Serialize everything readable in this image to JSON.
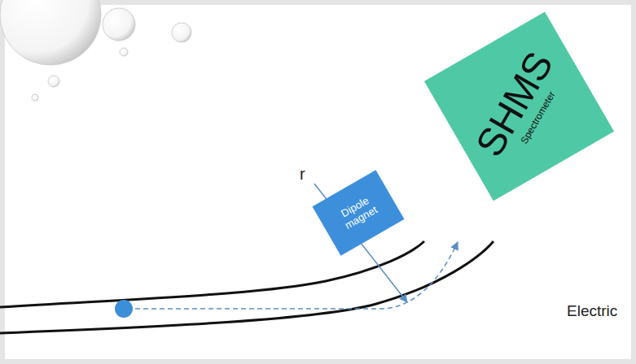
{
  "diagram": {
    "nodes": [
      {
        "text": [
          "Dipole magnet"
        ]
      },
      {
        "text": [
          "SHMS",
          "Spectrometer"
        ]
      }
    ],
    "labels": [
      "r",
      "Electric"
    ]
  }
}
